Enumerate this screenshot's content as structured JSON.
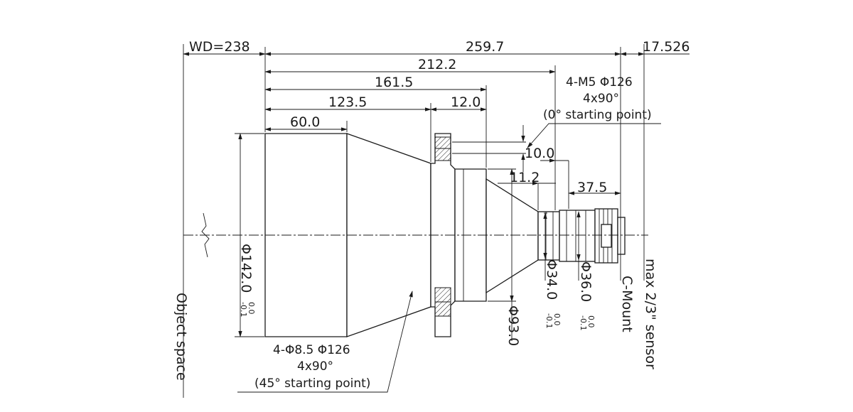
{
  "dimensions": {
    "wd": "WD=238",
    "total_length": "259.7",
    "flange_distance": "17.526",
    "len_212": "212.2",
    "len_161": "161.5",
    "len_123": "123.5",
    "flange_thickness": "12.0",
    "len_60": "60.0",
    "len_10": "10.0",
    "len_11": "11.2",
    "len_37": "37.5",
    "dia_142": "Φ142.0",
    "dia_142_tol_upper": "0.0",
    "dia_142_tol_lower": "-0.1",
    "dia_93": "Φ93.0",
    "dia_34": "Φ34.0",
    "dia_34_tol_upper": "0.0",
    "dia_34_tol_lower": "-0.1",
    "dia_36": "Φ36.0",
    "dia_36_tol_upper": "0.0",
    "dia_36_tol_lower": "-0.1"
  },
  "notes": {
    "top_holes": [
      "4-M5 Φ126",
      "4x90°",
      "(0° starting point)"
    ],
    "bottom_holes": [
      "4-Φ8.5  Φ126",
      "4x90°",
      "(45° starting point)"
    ],
    "object_space": "Object space",
    "c_mount": "C-Mount",
    "sensor": "max 2/3\" sensor"
  }
}
